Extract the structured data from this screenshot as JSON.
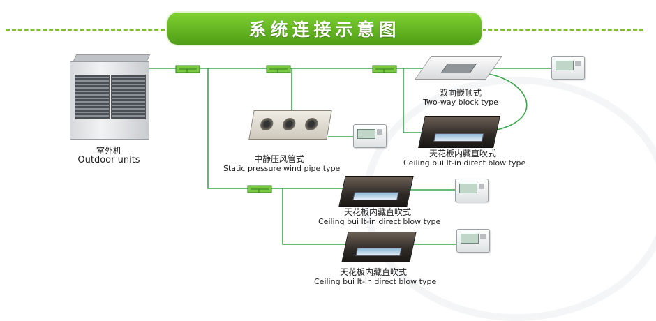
{
  "header": {
    "title": "系统连接示意图"
  },
  "colors": {
    "accent_green": "#5fae1e",
    "pipe_green": "#3aa64a",
    "dash_green": "#7fbf2a"
  },
  "units": {
    "outdoor": {
      "label_zh": "室外机",
      "label_en": "Outdoor units"
    },
    "static_pipe": {
      "label_zh": "中静压风管式",
      "label_en": "Static pressure wind pipe type"
    },
    "two_way": {
      "label_zh": "双向嵌顶式",
      "label_en": "Two-way block type"
    },
    "ceiling_1": {
      "label_zh": "天花板内藏直吹式",
      "label_en": "Ceiling bui lt-in direct blow type"
    },
    "ceiling_2": {
      "label_zh": "天花板内藏直吹式",
      "label_en": "Ceiling bui lt-in direct blow type"
    },
    "ceiling_3": {
      "label_zh": "天花板内藏直吹式",
      "label_en": "Ceiling bui lt-in direct blow type"
    }
  },
  "icons": [
    "outdoor-unit-icon",
    "duct-unit-icon",
    "cassette-unit-icon",
    "remote-controller-icon",
    "branch-joint-icon"
  ]
}
